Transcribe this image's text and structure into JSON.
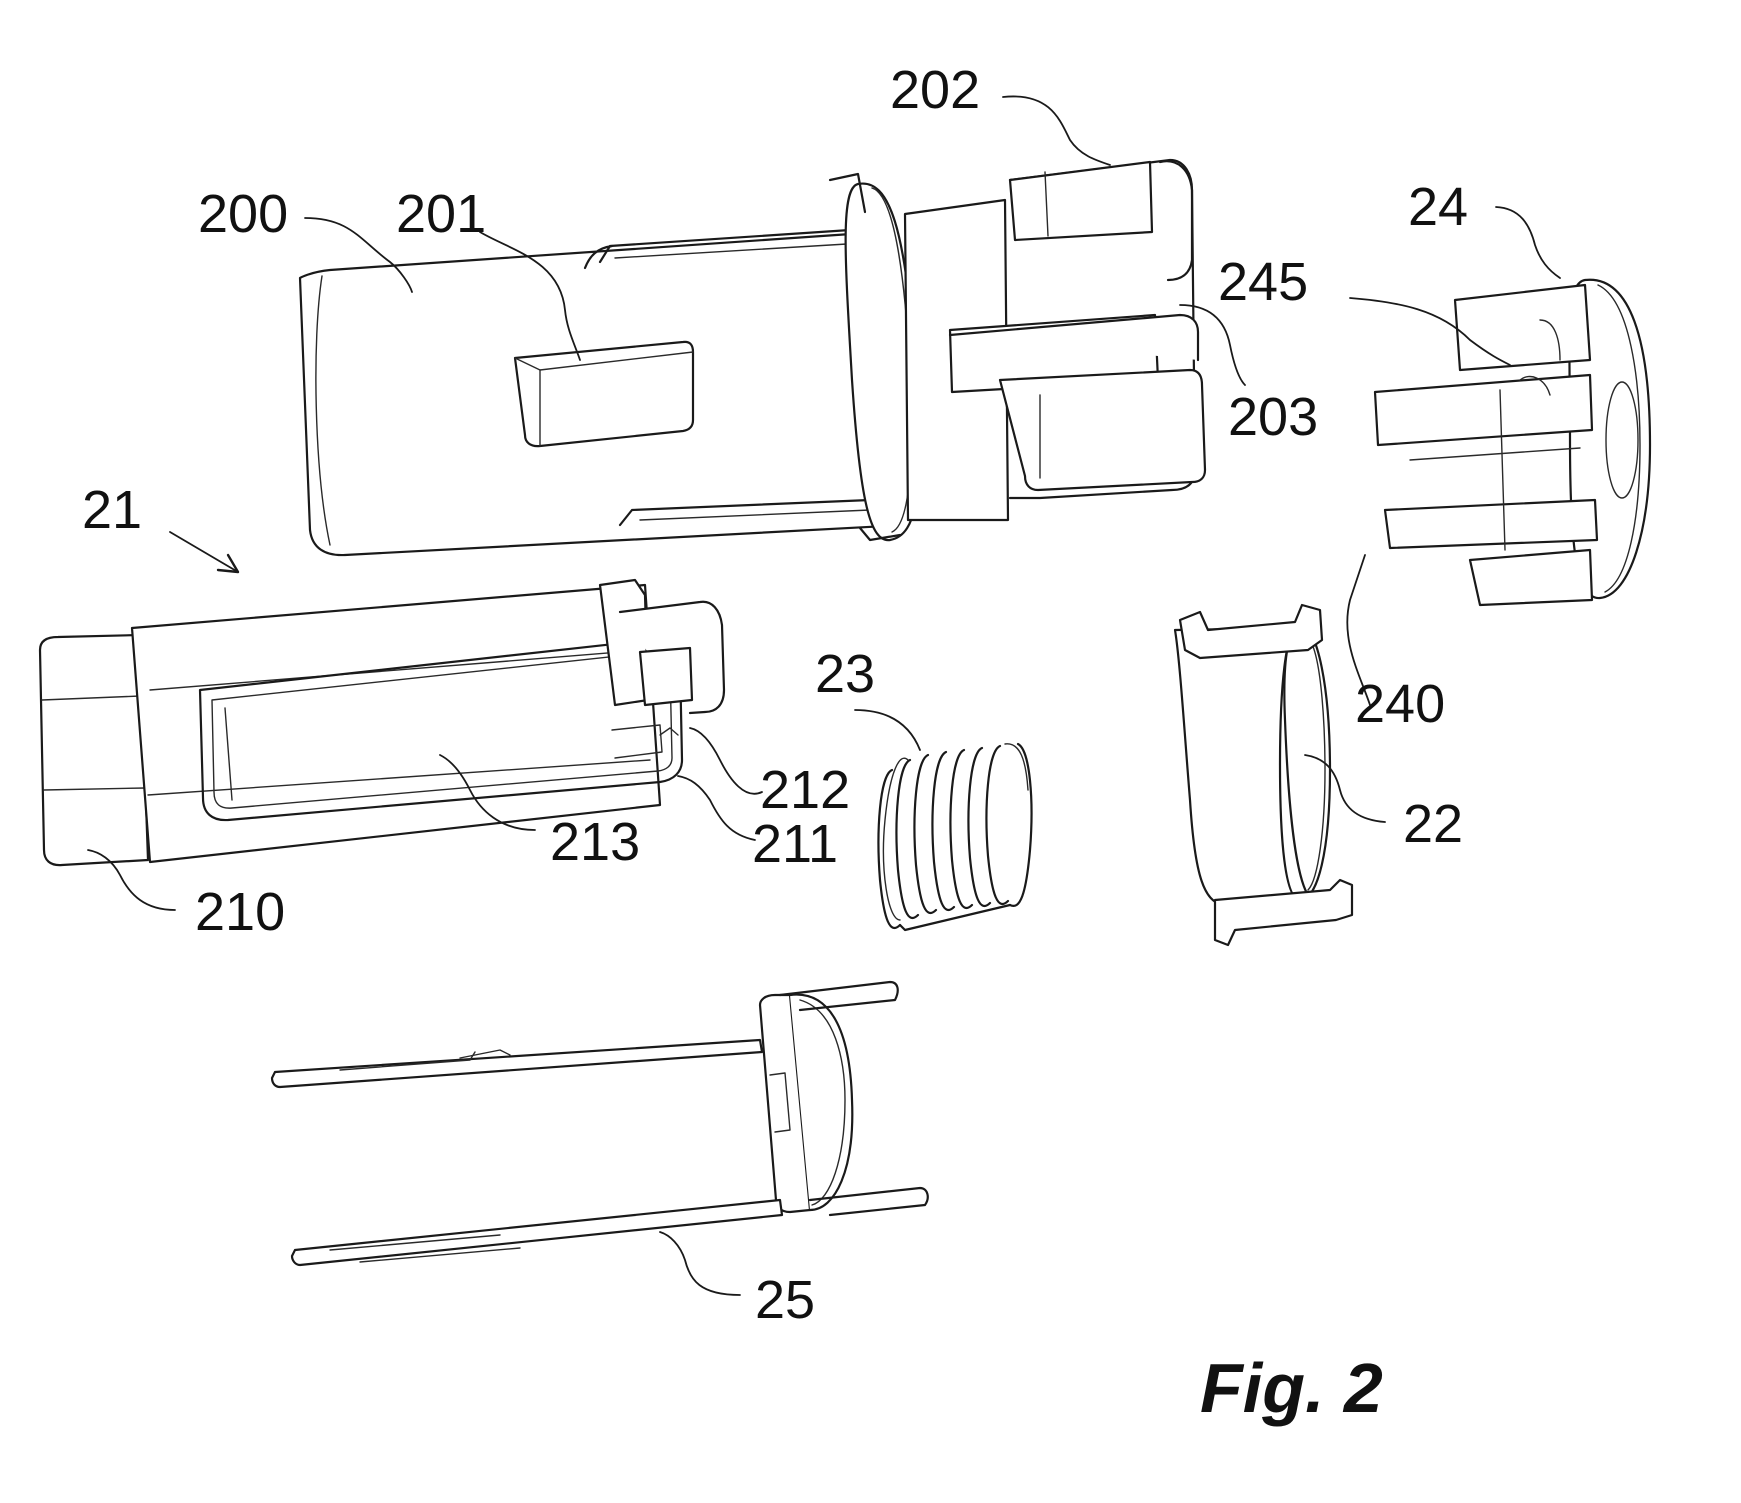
{
  "figure": {
    "caption": "Fig. 2"
  },
  "labels": {
    "l200": "200",
    "l201": "201",
    "l202": "202",
    "l203": "203",
    "l21": "21",
    "l210": "210",
    "l211": "211",
    "l212": "212",
    "l213": "213",
    "l22": "22",
    "l23": "23",
    "l24": "24",
    "l240": "240",
    "l245": "245",
    "l25": "25"
  }
}
